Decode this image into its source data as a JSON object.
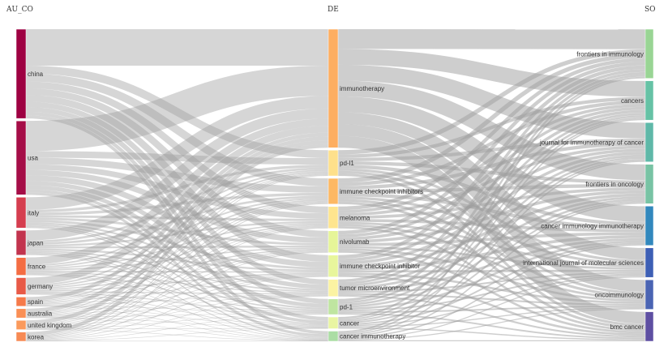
{
  "columns": {
    "left": "AU_CO",
    "middle": "DE",
    "right": "SO"
  },
  "colors": {
    "link": "#9e9e9e",
    "left": [
      "#9e0142",
      "#a50d47",
      "#d53e4f",
      "#c2344e",
      "#f46d43",
      "#e85a47",
      "#f67a4a",
      "#fa8f55",
      "#fb9a5c",
      "#f78a54"
    ],
    "middle": [
      "#fdae61",
      "#fee08b",
      "#fdb863",
      "#fee58e",
      "#e6f598",
      "#e8f69c",
      "#fbf3a2",
      "#bfe5a0",
      "#e9f5a2",
      "#abdda4"
    ],
    "right": [
      "#99d594",
      "#66c2a5",
      "#5fb8a8",
      "#78c3a4",
      "#3288bd",
      "#3d5fb5",
      "#4a64b3",
      "#5e4fa2"
    ]
  },
  "chart_data": {
    "type": "sankey",
    "nodes": {
      "AU_CO": [
        "china",
        "usa",
        "italy",
        "japan",
        "france",
        "germany",
        "spain",
        "australia",
        "united kingdom",
        "korea"
      ],
      "DE": [
        "immunotherapy",
        "pd-l1",
        "immune checkpoint inhibitors",
        "melanoma",
        "nivolumab",
        "immune checkpoint inhibitor",
        "tumor microenvironment",
        "pd-1",
        "cancer",
        "cancer immunotherapy"
      ],
      "SO": [
        "frontiers in immunology",
        "cancers",
        "journal for immunotherapy of cancer",
        "frontiers in oncology",
        "cancer immunology immunotherapy",
        "international journal of molecular sciences",
        "oncoimmunology",
        "bmc cancer"
      ]
    },
    "node_values": {
      "AU_CO": [
        116,
        96,
        40,
        32,
        23,
        22,
        12,
        12,
        12,
        12
      ],
      "DE": [
        152,
        33,
        33,
        28,
        28,
        28,
        22,
        20,
        15,
        13
      ],
      "SO": [
        10,
        8,
        8,
        8,
        8,
        6,
        6,
        6
      ]
    }
  }
}
